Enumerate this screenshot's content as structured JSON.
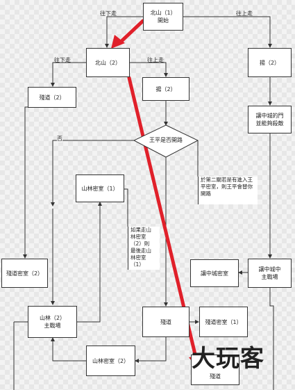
{
  "nodes": {
    "start": "北山（1）\n開始",
    "beishan2": "北山（2）",
    "yang2_right": "揚（2）",
    "canjiang2": "殘道（2）",
    "yang2_mid": "揚（2）",
    "jiangzhong": "讓中城的門\n並能夠殺敵",
    "shanlin1": "山林密室（1）",
    "canmishi2": "殘道密室（2）",
    "shanlin2_main": "山林（2）\n主戰場",
    "shanlin_mishi2": "山林密室（2）",
    "canjiang_mid": "殘道",
    "canmishi1": "殘道密室（1）",
    "jiangzhong_mishi": "讓中城密室",
    "jiangzhong_main": "讓中城中\n主戰場",
    "bottom_box": "殘道"
  },
  "decision": {
    "label": "王平是否開路"
  },
  "edge_labels": {
    "top_left": "往下走",
    "top_right": "往上走",
    "mid_left": "往下走",
    "mid_right": "往上走",
    "no": "否"
  },
  "notes": {
    "left_note": "如果走山\n林密室\n（2）則\n最後走山\n林密室\n（1）",
    "right_note": "於第二關若是有進入王\n平密室，則王平會替你\n開路"
  },
  "watermark": "大玩客",
  "colors": {
    "arrow_red": "#e0202a",
    "line": "#333333"
  }
}
